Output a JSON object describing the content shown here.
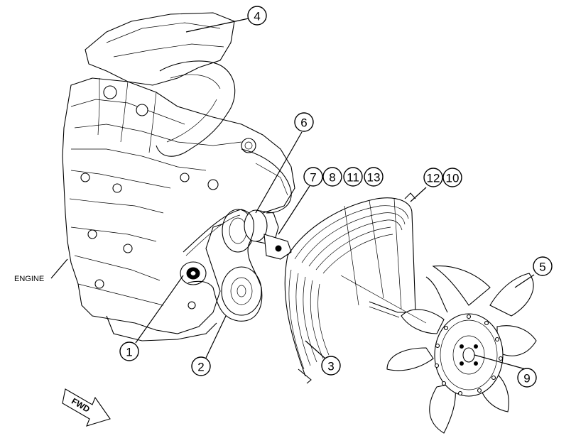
{
  "diagram": {
    "engine_label": "ENGINE",
    "fwd_label": "FWD",
    "callouts": {
      "c1": "1",
      "c2": "2",
      "c3": "3",
      "c4": "4",
      "c5": "5",
      "c6": "6",
      "c7": "7",
      "c8": "8",
      "c9": "9",
      "c10": "10",
      "c11": "11",
      "c12": "12",
      "c13": "13"
    }
  }
}
